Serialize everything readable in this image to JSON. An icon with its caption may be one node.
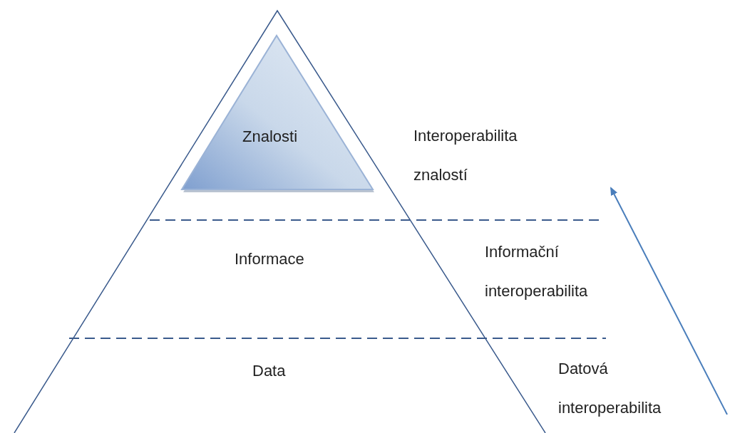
{
  "diagram": {
    "nodes": [
      {
        "text": [
          "Znalosti"
        ]
      }
    ],
    "edges": [],
    "labels": [
      "Interoperabilita znalostí",
      "Informace",
      "Informační interoperabilita",
      "Data",
      "Datová interoperabilita"
    ]
  }
}
